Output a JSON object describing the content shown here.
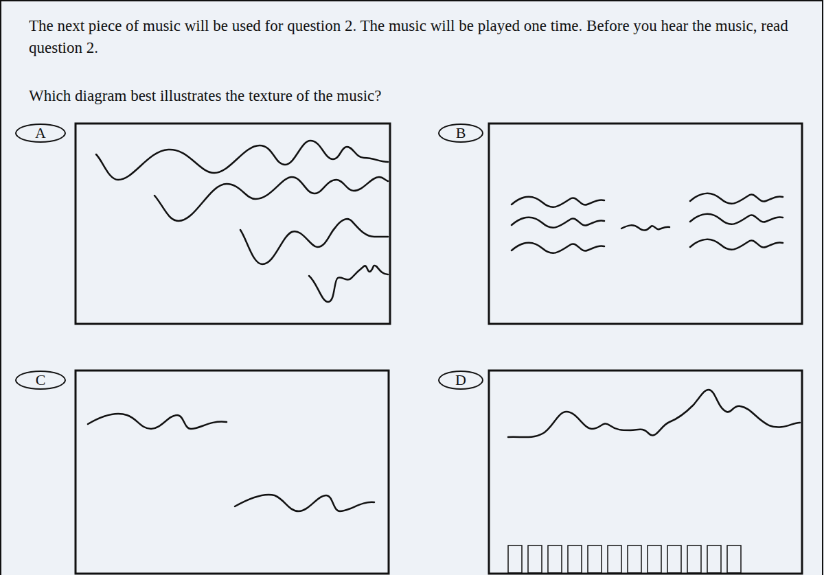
{
  "diagram": {
    "nodes": [
      {
        "text": [
          "A"
        ]
      },
      {
        "text": [
          "B"
        ]
      },
      {
        "text": [
          "C"
        ]
      },
      {
        "text": [
          "D"
        ]
      }
    ],
    "labels": [
      "The next piece of music will be used for question 2. The music will be played one time. Before you hear the music, read question 2.",
      "Which diagram best illustrates the texture of the music?"
    ]
  }
}
